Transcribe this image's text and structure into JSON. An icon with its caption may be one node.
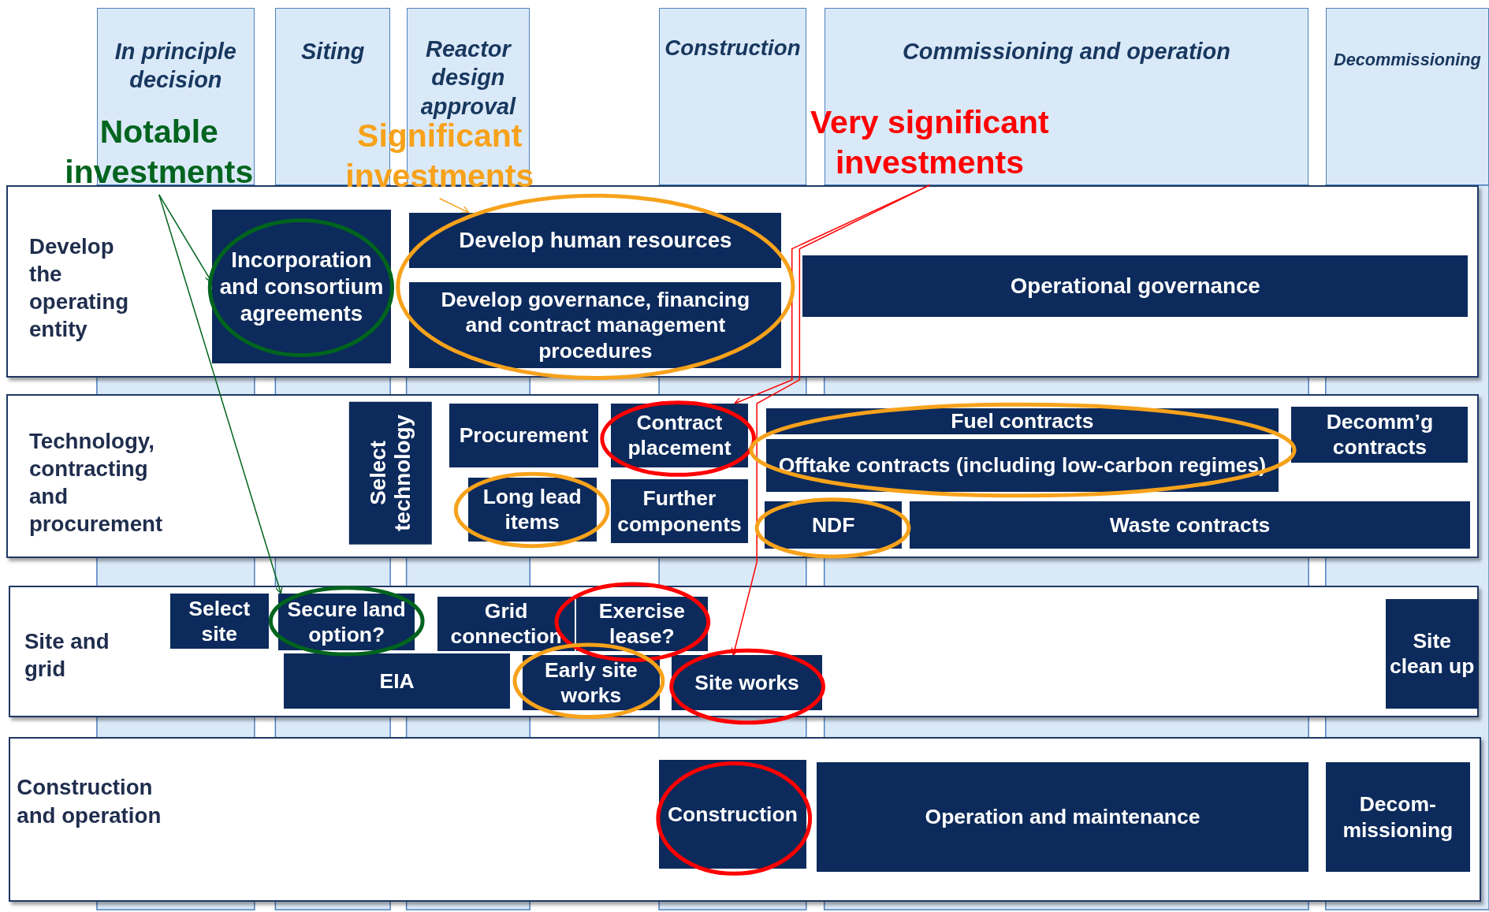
{
  "diagram": {
    "nodes": [
      {
        "text": [
          "In principle decision"
        ]
      },
      {
        "text": [
          "Siting"
        ]
      },
      {
        "text": [
          "Reactor design approval"
        ]
      },
      {
        "text": [
          "Construction"
        ]
      },
      {
        "text": [
          "Commissioning and operation"
        ]
      },
      {
        "text": [
          "Decommissioning"
        ]
      },
      {
        "text": [
          "Notable investments"
        ]
      },
      {
        "text": [
          "Significant investments"
        ]
      },
      {
        "text": [
          "Very significant investments"
        ]
      },
      {
        "text": [
          "Develop the operating entity"
        ]
      },
      {
        "text": [
          "Incorporation and consortium agreements"
        ],
        "in": 9
      },
      {
        "text": [
          "Develop human resources"
        ],
        "in": 9
      },
      {
        "text": [
          "Develop governance, financing and contract management procedures"
        ],
        "in": 9
      },
      {
        "text": [
          "Operational governance"
        ],
        "in": 9
      },
      {
        "text": [
          "Technology, contracting and procurement"
        ]
      },
      {
        "text": [
          "Select technology"
        ],
        "in": 14
      },
      {
        "text": [
          "Procurement"
        ],
        "in": 14
      },
      {
        "text": [
          "Contract placement"
        ],
        "in": 14
      },
      {
        "text": [
          "Fuel contracts"
        ],
        "in": 14
      },
      {
        "text": [
          "Decomm’g contracts"
        ],
        "in": 14
      },
      {
        "text": [
          "Offtake contracts (including low-carbon regimes)"
        ],
        "in": 14
      },
      {
        "text": [
          "Long lead items"
        ],
        "in": 14
      },
      {
        "text": [
          "Further components"
        ],
        "in": 14
      },
      {
        "text": [
          "NDF"
        ],
        "in": 14
      },
      {
        "text": [
          "Waste contracts"
        ],
        "in": 14
      },
      {
        "text": [
          "Site and grid"
        ]
      },
      {
        "text": [
          "Select site"
        ],
        "in": 25
      },
      {
        "text": [
          "Secure land option?"
        ],
        "in": 25
      },
      {
        "text": [
          "Grid connection"
        ],
        "in": 25
      },
      {
        "text": [
          "Exercise lease?"
        ],
        "in": 25
      },
      {
        "text": [
          "Site clean up"
        ],
        "in": 25
      },
      {
        "text": [
          "EIA"
        ],
        "in": 25
      },
      {
        "text": [
          "Early site works"
        ],
        "in": 25
      },
      {
        "text": [
          "Site works"
        ],
        "in": 25
      },
      {
        "text": [
          "Construction and operation"
        ]
      },
      {
        "text": [
          "Construction"
        ],
        "in": 34
      },
      {
        "text": [
          "Operation and maintenance"
        ],
        "in": 34
      },
      {
        "text": [
          "Decom-missioning"
        ],
        "in": 34
      }
    ],
    "edges": [
      {
        "from": 6,
        "to": 10,
        "arrow": "to",
        "color": "#00641e"
      },
      {
        "from": 6,
        "to": 27,
        "arrow": "to",
        "color": "#00641e"
      },
      {
        "from": 7,
        "to": 11,
        "arrow": "to",
        "color": "#f7a21b"
      },
      {
        "from": 8,
        "to": 17,
        "arrow": "to",
        "color": "#ff0000"
      },
      {
        "from": 8,
        "to": 33,
        "arrow": "to",
        "color": "#ff0000"
      }
    ]
  }
}
